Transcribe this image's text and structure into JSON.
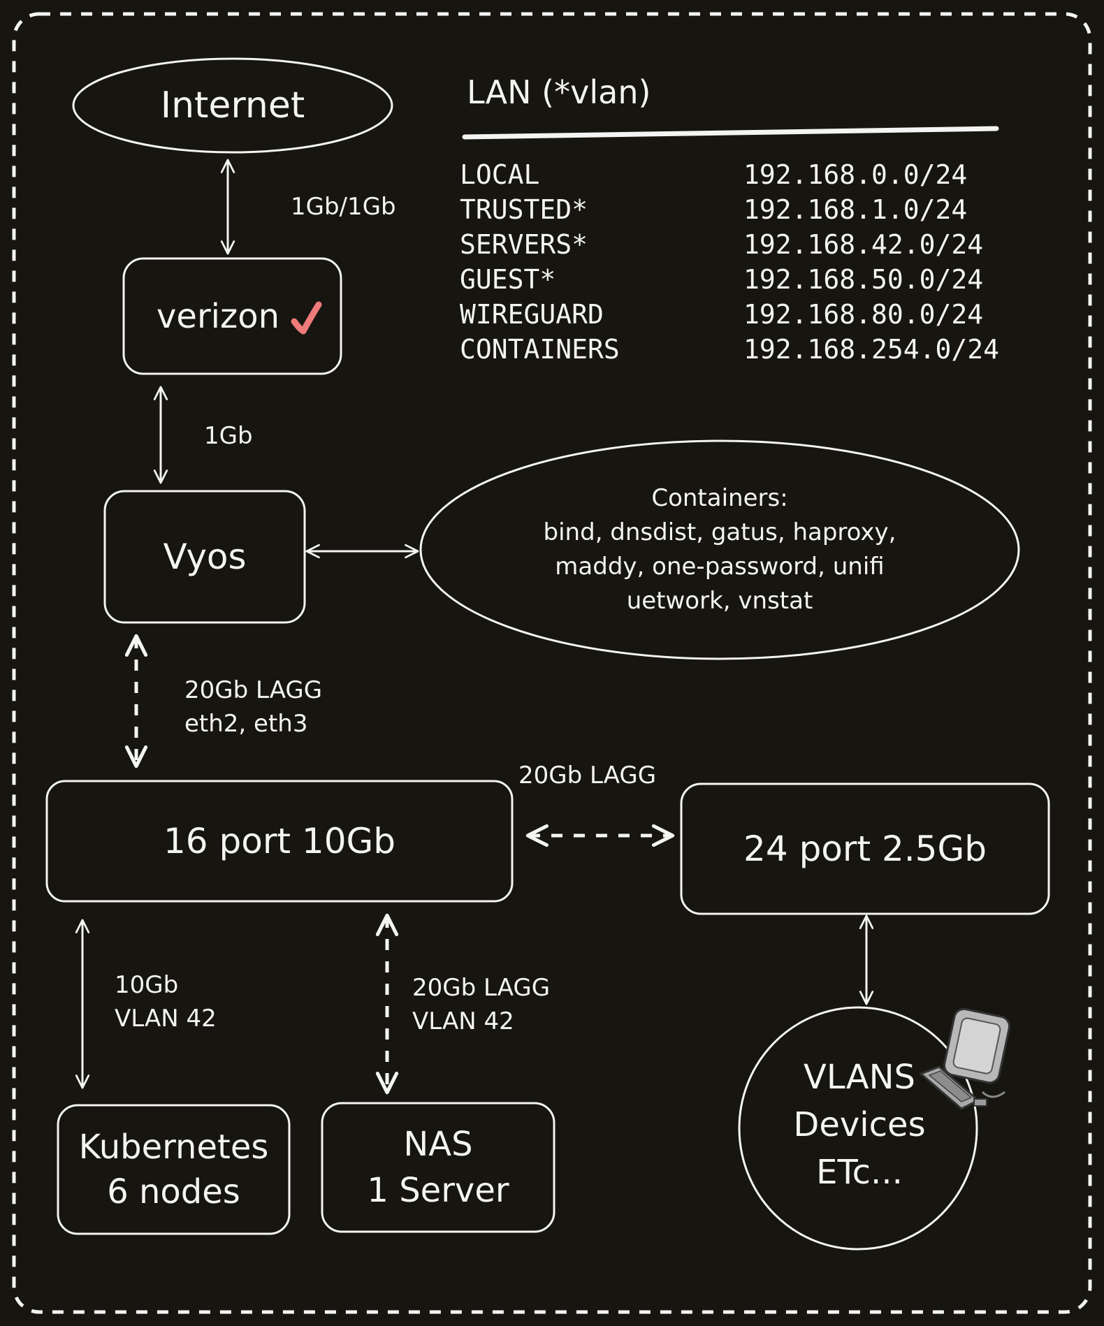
{
  "lan_table": {
    "heading": "LAN (*vlan)",
    "rows": [
      {
        "name": "LOCAL",
        "subnet": "192.168.0.0/24"
      },
      {
        "name": "TRUSTED*",
        "subnet": "192.168.1.0/24"
      },
      {
        "name": "SERVERS*",
        "subnet": "192.168.42.0/24"
      },
      {
        "name": "GUEST*",
        "subnet": "192.168.50.0/24"
      },
      {
        "name": "WIREGUARD",
        "subnet": "192.168.80.0/24"
      },
      {
        "name": "CONTAINERS",
        "subnet": "192.168.254.0/24"
      }
    ]
  },
  "nodes": {
    "internet": "Internet",
    "verizon": "verizon",
    "vyos": "Vyos",
    "containers": {
      "line1": "Containers:",
      "line2": "bind, dnsdist, gatus, haproxy,",
      "line3": "maddy, one-password, unifi",
      "line4": "uetwork, vnstat"
    },
    "switch16": "16 port 10Gb",
    "switch24": "24 port 2.5Gb",
    "kubernetes": {
      "line1": "Kubernetes",
      "line2": "6 nodes"
    },
    "nas": {
      "line1": "NAS",
      "line2": "1 Server"
    },
    "vlans": {
      "line1": "VLANS",
      "line2": "Devices",
      "line3": "ETc..."
    }
  },
  "links": {
    "internet_verizon": "1Gb/1Gb",
    "verizon_vyos": "1Gb",
    "vyos_switch": {
      "line1": "20Gb LAGG",
      "line2": "eth2, eth3"
    },
    "switch_switch": "20Gb LAGG",
    "switch_kubernetes": {
      "line1": "10Gb",
      "line2": "VLAN 42"
    },
    "switch_nas": {
      "line1": "20Gb LAGG",
      "line2": "VLAN 42"
    }
  },
  "colors": {
    "background": "#171510",
    "stroke": "#f4f4f2",
    "check": "#ef7a7a"
  },
  "icons": [
    "checkmark-icon",
    "computer-icon"
  ]
}
